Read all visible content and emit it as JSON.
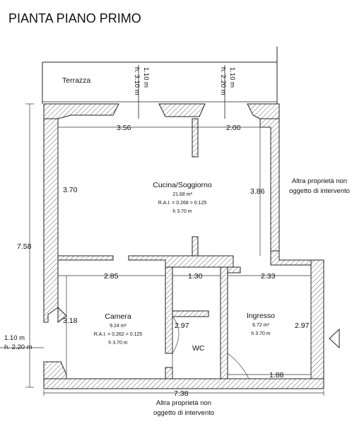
{
  "title": "PIANTA PIANO PRIMO",
  "rooms": {
    "terrazza": "Terrazza",
    "cucina": {
      "name": "Cucina/Soggiorno",
      "area": "21.68 m²",
      "rai": "R.A.I. = 0.268 > 0.125",
      "height": "h 3.70 m"
    },
    "camera": {
      "name": "Camera",
      "area": "9.24 m²",
      "rai": "R.A.I. = 0.262 > 0.125",
      "height": "h 3.70 m"
    },
    "ingresso": {
      "name": "Ingresso",
      "area": "6.72 m²",
      "height": "h 3.70 m"
    },
    "wc": "WC"
  },
  "windows": {
    "left_width": "1.10 m",
    "left_height": "h. 3.10 m",
    "right_width": "1.10 m",
    "right_height": "h. 2.20 m",
    "camera_width": "1.10 m",
    "camera_height": "h. 2.20 m"
  },
  "dimensions": {
    "d356": "3.56",
    "d200": "2.00",
    "d370": "3.70",
    "d386": "3.86",
    "d758": "7.58",
    "d285": "2.85",
    "d130": "1.30",
    "d233": "2.33",
    "d318": "3.18",
    "d297a": "2.97",
    "d297b": "2.97",
    "d188": "1.88",
    "d738": "7.38"
  },
  "notes": {
    "right_line1": "Altra proprietà non",
    "right_line2": "oggetto di intervento",
    "bottom_line1": "Altra proprietà non",
    "bottom_line2": "oggetto di intervento"
  }
}
